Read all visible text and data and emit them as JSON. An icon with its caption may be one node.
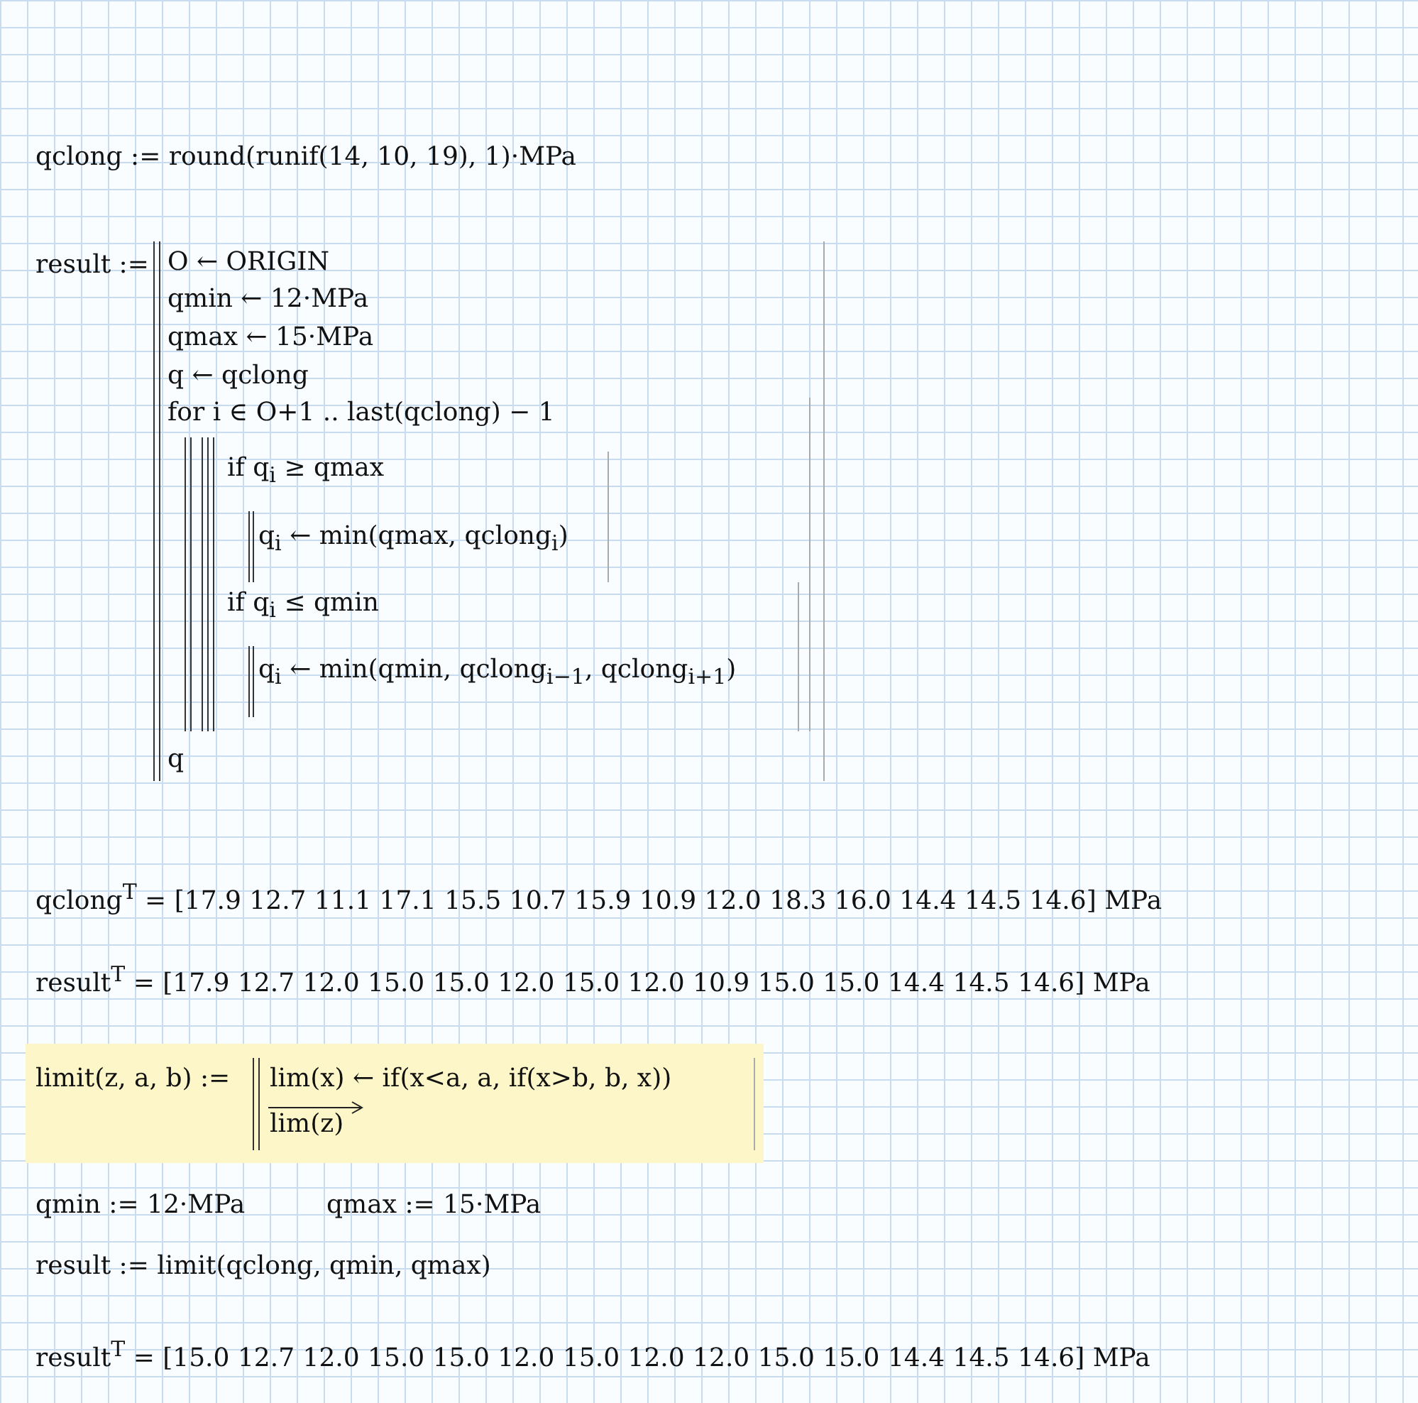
{
  "diagram": {
    "labels": [
      "qclong := round(runif(14, 10, 19), 1)·MPa",
      "result :=",
      "O ← ORIGIN",
      "qmin ← 12·MPa",
      "qmax ← 15·MPa",
      "q ← qclong",
      "for i ∈ O+1 .. last(qclong) − 1",
      "if q$_{i}$ ≥ qmax",
      "q$_{i}$ ← min(qmax, qclong$_{i}$)",
      "if q$_{i}$ ≤ qmin",
      "q$_{i}$ ← min(qmin, qclong$_{i−1}$, qclong$_{i+1}$)",
      "q",
      "qclong$^{T}$ = [17.9  12.7  11.1  17.1  15.5  10.7  15.9  10.9  12.0  18.3  16.0  14.4  14.5  14.6] MPa",
      "result$^{T}$ = [17.9  12.7  12.0  15.0  15.0  12.0  15.0  12.0  10.9  15.0  15.0  14.4  14.5  14.6] MPa",
      "limit(z, a, b) :=",
      "lim(x) ← if(x<a, a, if(x>b, b, x))",
      "lim(z)",
      "qmin := 12·MPa",
      "qmax := 15·MPa",
      "result := limit(qclong, qmin, qmax)",
      "result$^{T}$ = [15.0  12.7  12.0  15.0  15.0  12.0  15.0  12.0  12.0  15.0  15.0  14.4  14.5  14.6] MPa"
    ]
  }
}
